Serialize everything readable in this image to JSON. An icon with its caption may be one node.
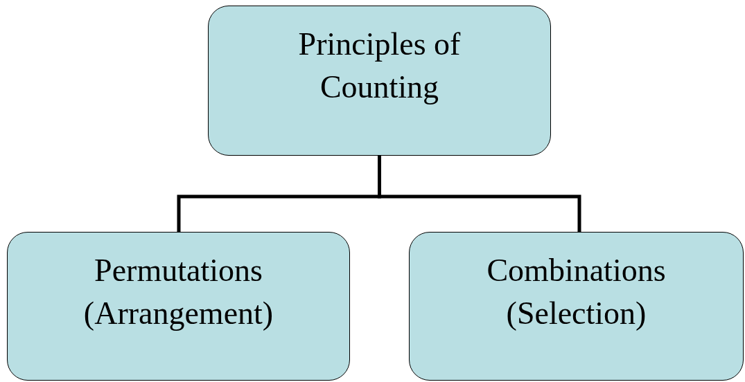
{
  "diagram": {
    "nodes": [
      {
        "text": [
          "Principles of Counting"
        ]
      },
      {
        "text": [
          "Permutations (Arrangement)"
        ]
      },
      {
        "text": [
          "Combinations (Selection)"
        ]
      }
    ],
    "edges": [
      {
        "from": 0,
        "to": 1,
        "arrow": "none"
      },
      {
        "from": 0,
        "to": 2,
        "arrow": "none"
      }
    ]
  }
}
